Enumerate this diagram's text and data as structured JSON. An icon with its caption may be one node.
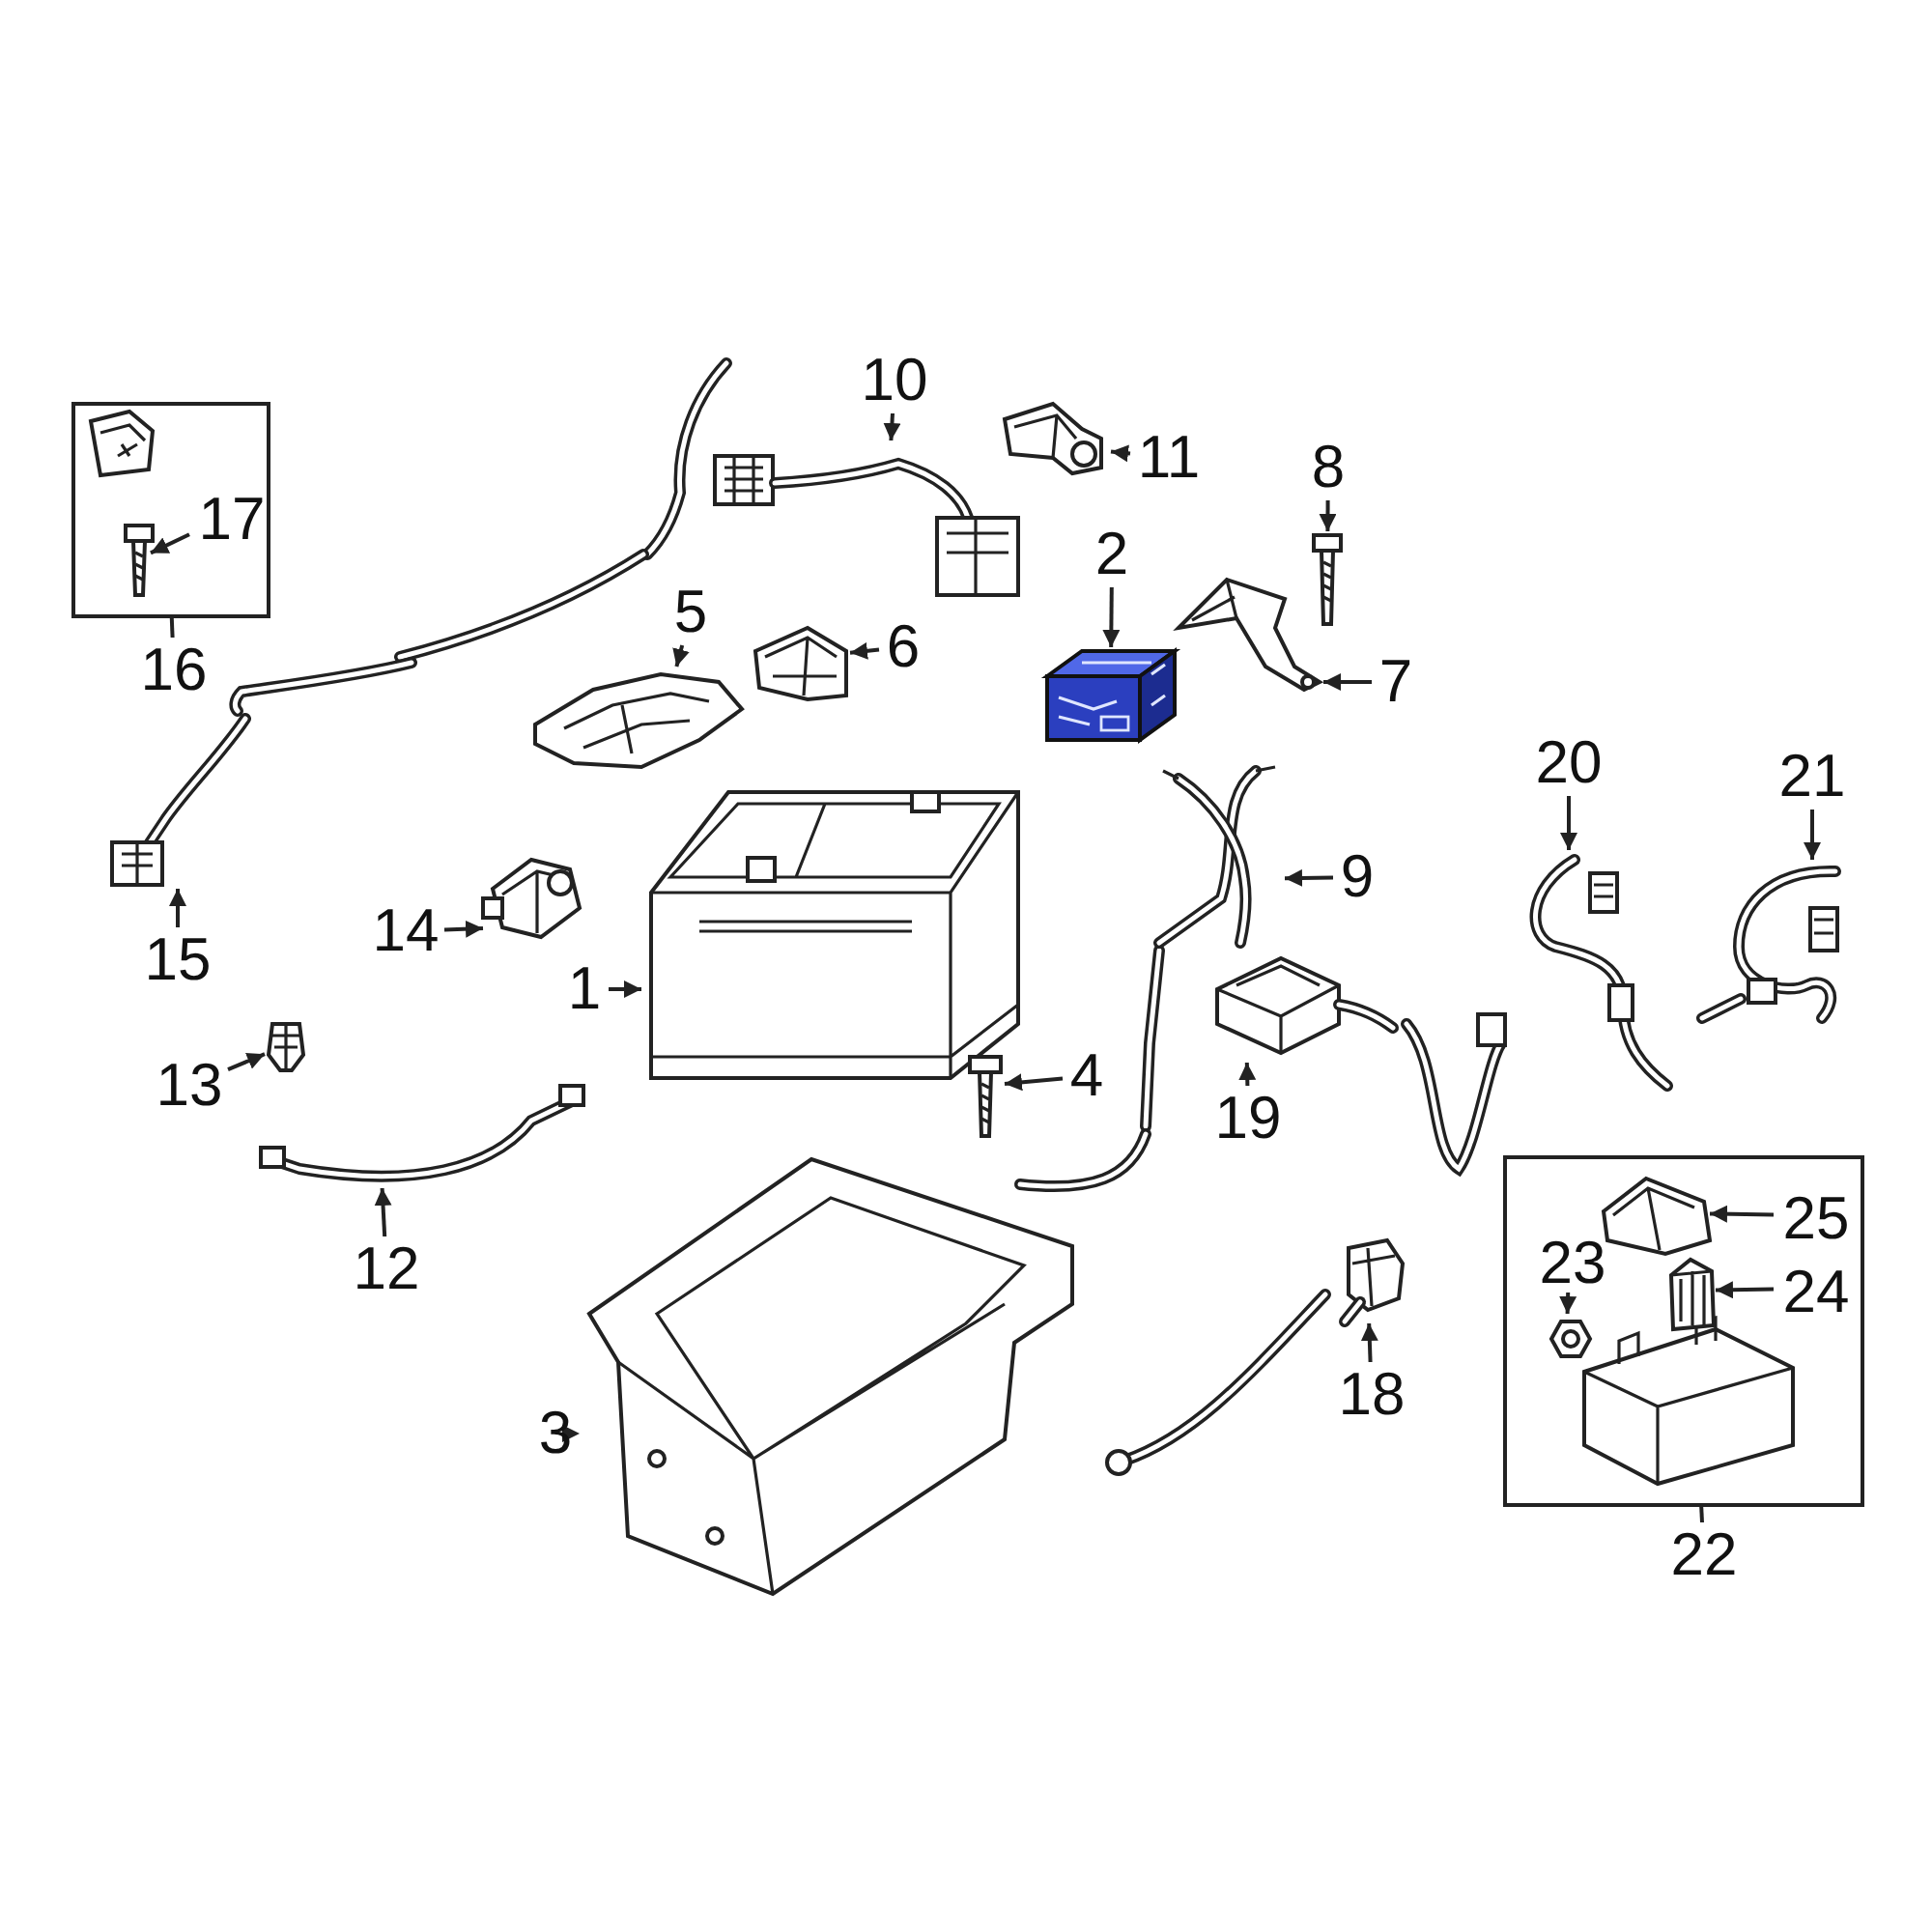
{
  "diagram": {
    "nodes": [
      {
        "text": [
          "10"
        ]
      },
      {
        "text": [],
        "shape": "picture"
      },
      {
        "text": [
          "11"
        ]
      },
      {
        "text": [],
        "shape": "picture"
      },
      {
        "text": [
          "8"
        ]
      },
      {
        "text": [],
        "shape": "picture"
      },
      {
        "text": [],
        "shape": "box"
      },
      {
        "text": [
          "17"
        ],
        "in": 6
      },
      {
        "text": [],
        "shape": "picture",
        "in": 6
      },
      {
        "text": [
          "2"
        ]
      },
      {
        "text": [],
        "shape": "picture"
      },
      {
        "text": [
          "5"
        ]
      },
      {
        "text": [],
        "shape": "picture"
      },
      {
        "text": [
          "6"
        ]
      },
      {
        "text": [],
        "shape": "picture"
      },
      {
        "text": [
          "7"
        ]
      },
      {
        "text": [],
        "shape": "picture"
      },
      {
        "text": [
          "16"
        ]
      },
      {
        "text": [
          "20"
        ]
      },
      {
        "text": [],
        "shape": "picture"
      },
      {
        "text": [
          "21"
        ]
      },
      {
        "text": [],
        "shape": "picture"
      },
      {
        "text": [
          "9"
        ]
      },
      {
        "text": [],
        "shape": "picture"
      },
      {
        "text": [
          "14"
        ]
      },
      {
        "text": [],
        "shape": "picture"
      },
      {
        "text": [
          "1"
        ]
      },
      {
        "text": [],
        "shape": "picture"
      },
      {
        "text": [
          "15"
        ]
      },
      {
        "text": [],
        "shape": "picture"
      },
      {
        "text": [
          "13"
        ]
      },
      {
        "text": [],
        "shape": "picture"
      },
      {
        "text": [
          "4"
        ]
      },
      {
        "text": [],
        "shape": "picture"
      },
      {
        "text": [
          "19"
        ]
      },
      {
        "text": [],
        "shape": "picture"
      },
      {
        "text": [
          "12"
        ]
      },
      {
        "text": [],
        "shape": "picture"
      },
      {
        "text": [],
        "shape": "box"
      },
      {
        "text": [
          "25"
        ],
        "in": 38
      },
      {
        "text": [],
        "shape": "picture",
        "in": 38
      },
      {
        "text": [
          "23"
        ],
        "in": 38
      },
      {
        "text": [],
        "shape": "picture",
        "in": 38
      },
      {
        "text": [
          "24"
        ],
        "in": 38
      },
      {
        "text": [],
        "shape": "picture",
        "in": 38
      },
      {
        "text": [
          "18"
        ]
      },
      {
        "text": [],
        "shape": "picture"
      },
      {
        "text": [
          "3"
        ]
      },
      {
        "text": [],
        "shape": "picture"
      },
      {
        "text": [
          "22"
        ]
      }
    ],
    "edges": [
      {
        "from": 0,
        "to": 1,
        "arrow": "to"
      },
      {
        "from": 2,
        "to": 3,
        "arrow": "to"
      },
      {
        "from": 4,
        "to": 5,
        "arrow": "to"
      },
      {
        "from": 7,
        "to": 8,
        "arrow": "to"
      },
      {
        "from": 9,
        "to": 10,
        "arrow": "to"
      },
      {
        "from": 11,
        "to": 12,
        "arrow": "to"
      },
      {
        "from": 13,
        "to": 14,
        "arrow": "to"
      },
      {
        "from": 15,
        "to": 16,
        "arrow": "to"
      },
      {
        "from": 17,
        "to": 6,
        "arrow": "none"
      },
      {
        "from": 18,
        "to": 19,
        "arrow": "to"
      },
      {
        "from": 20,
        "to": 21,
        "arrow": "to"
      },
      {
        "from": 22,
        "to": 23,
        "arrow": "to"
      },
      {
        "from": 24,
        "to": 25,
        "arrow": "to"
      },
      {
        "from": 26,
        "to": 27,
        "arrow": "to"
      },
      {
        "from": 28,
        "to": 29,
        "arrow": "to"
      },
      {
        "from": 30,
        "to": 31,
        "arrow": "to"
      },
      {
        "from": 32,
        "to": 33,
        "arrow": "to"
      },
      {
        "from": 34,
        "to": 35,
        "arrow": "to"
      },
      {
        "from": 36,
        "to": 37,
        "arrow": "to"
      },
      {
        "from": 39,
        "to": 40,
        "arrow": "to"
      },
      {
        "from": 41,
        "to": 42,
        "arrow": "to"
      },
      {
        "from": 43,
        "to": 44,
        "arrow": "to"
      },
      {
        "from": 45,
        "to": 46,
        "arrow": "to"
      },
      {
        "from": 47,
        "to": 48,
        "arrow": "to"
      },
      {
        "from": 49,
        "to": 38,
        "arrow": "none"
      }
    ]
  }
}
